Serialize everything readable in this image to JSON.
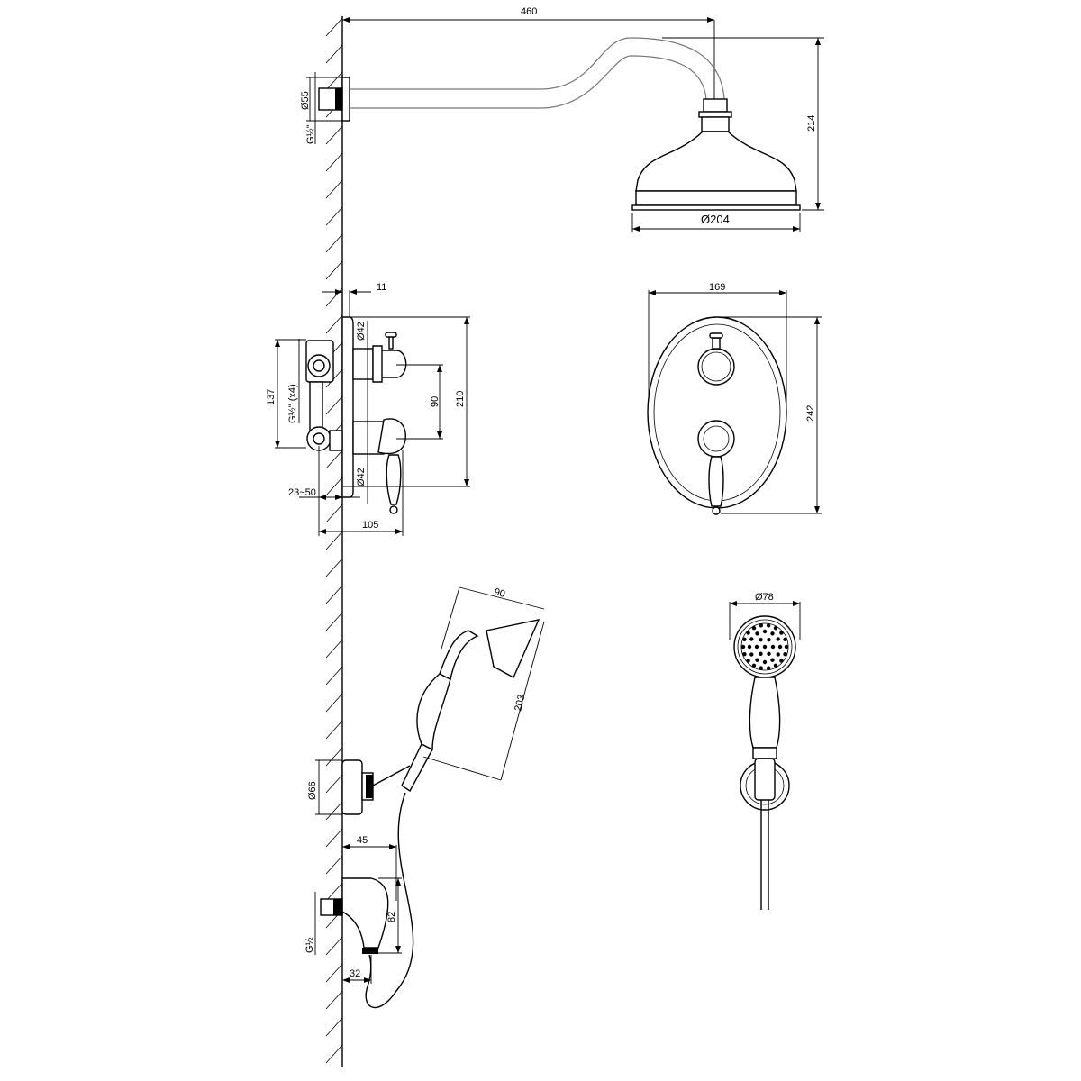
{
  "title": "Concealed thermostatic shower set — dimension drawing",
  "colors": {
    "line": "#000000",
    "background": "#ffffff",
    "pipe": "#777777"
  },
  "shower_arm": {
    "length": "460",
    "flange_diameter": "Ø55",
    "thread": "G½\"",
    "height": "214",
    "head_diameter": "Ø204"
  },
  "mixer_side": {
    "plate_depth": "11",
    "upper_knob_diameter": "Ø42",
    "lower_knob_diameter": "Ø42",
    "body_height": "137",
    "thread": "G½\" (x4)",
    "knob_spacing": "90",
    "plate_height": "210",
    "install_depth": "23~50",
    "total_depth": "105"
  },
  "mixer_front": {
    "width": "169",
    "height": "242"
  },
  "hand_shower_side": {
    "head_width": "90",
    "length": "203",
    "holder_diameter": "Ø66"
  },
  "hand_shower_front": {
    "head_diameter": "Ø78"
  },
  "wall_outlet": {
    "depth": "45",
    "height": "82",
    "thread": "G½",
    "outlet_offset": "32"
  }
}
